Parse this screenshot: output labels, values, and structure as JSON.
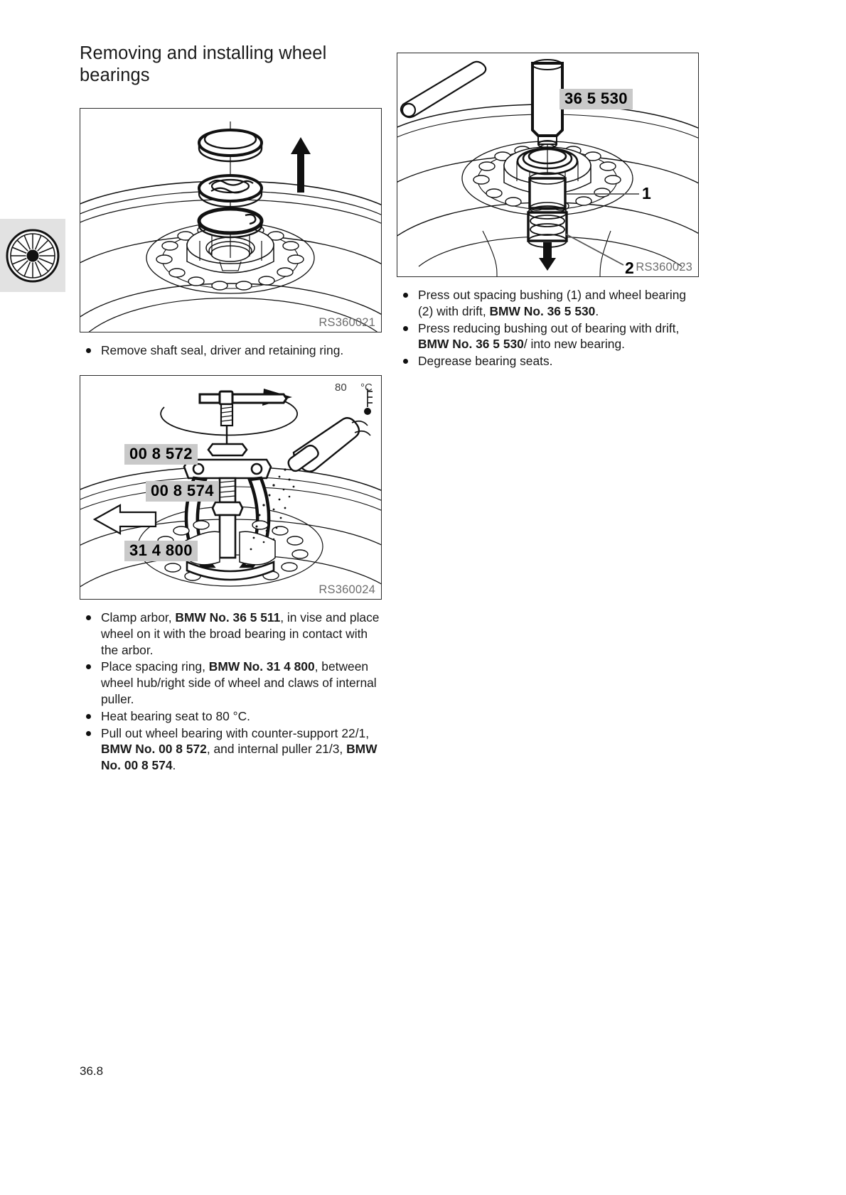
{
  "document": {
    "title": "Removing and installing wheel bearings",
    "page_number": "36.8"
  },
  "edge_tab": {
    "icon": "spoked-wheel-icon"
  },
  "figures": [
    {
      "id": "RS360021",
      "name": "shaft-seal-driver-retaining-ring-exploded",
      "labels": [],
      "callouts": []
    },
    {
      "id": "RS360023",
      "name": "pressing-out-spacing-bushing-and-wheel-bearing",
      "labels": [
        {
          "text": "36 5 530"
        }
      ],
      "callouts": [
        {
          "text": "1"
        },
        {
          "text": "2"
        }
      ]
    },
    {
      "id": "RS360024",
      "name": "pulling-wheel-bearing-with-internal-puller",
      "labels": [
        {
          "text": "00 8 572"
        },
        {
          "text": "00 8 574"
        },
        {
          "text": "31 4 800"
        }
      ],
      "temperature": "80",
      "temperature_unit": "°C"
    }
  ],
  "instructions": {
    "list1": [
      {
        "html": "Remove shaft seal, driver and retaining ring."
      }
    ],
    "list2": [
      {
        "html": "Press out spacing bushing (1) and wheel bearing (2) with drift, <b>BMW No. 36 5 530</b>."
      },
      {
        "html": "Press reducing bushing out of bearing with drift, <b>BMW No. 36 5 530</b>/ into new bearing."
      },
      {
        "html": "Degrease bearing seats."
      }
    ],
    "list3": [
      {
        "html": "Clamp arbor, <b>BMW No. 36 5 511</b>, in vise and place wheel on it with the broad bearing in contact with the arbor."
      },
      {
        "html": "Place spacing ring, <b>BMW No. 31 4 800</b>, between wheel hub/right side of wheel and claws of internal puller."
      },
      {
        "html": "Heat bearing seat to 80 °C."
      },
      {
        "html": "Pull out wheel bearing with counter-support 22/1, <b>BMW No. 00 8 572</b>, and internal puller 21/3, <b>BMW No. 00 8 574</b>."
      }
    ]
  },
  "colors": {
    "tag_background": "#c9c9c9",
    "figure_border": "#2a2a2a",
    "figure_id_text": "#6e6e6e",
    "tab_background": "#e2e2e2"
  }
}
